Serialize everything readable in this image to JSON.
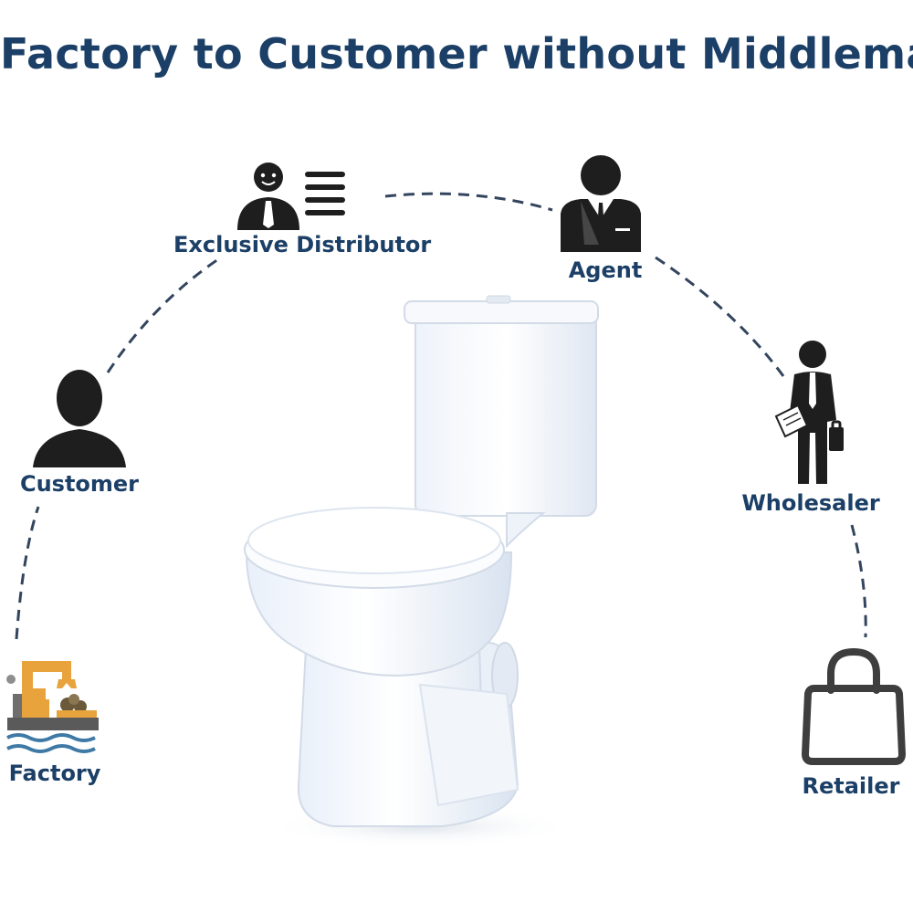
{
  "title": "Factory to Customer without Middleman",
  "nodes": {
    "exclusive_distributor": "Exclusive Distributor",
    "agent": "Agent",
    "customer": "Customer",
    "wholesaler": "Wholesaler",
    "factory": "Factory",
    "retailer": "Retailer"
  },
  "colors": {
    "title": "#1b3f66",
    "label": "#1b3f66",
    "connector": "#33455e",
    "icon_dark": "#1e1e1e",
    "retailer_icon": "#3e3e3e",
    "factory_orange": "#e8a33d",
    "factory_blue": "#3f7aa6"
  },
  "icons": {
    "exclusive_distributor": "businessman-document-icon",
    "agent": "suited-agent-icon",
    "customer": "person-silhouette-icon",
    "wholesaler": "businessman-briefcase-icon",
    "factory": "factory-robot-arm-icon",
    "retailer": "shopping-bag-icon",
    "center": "two-piece-toilet-illustration"
  }
}
